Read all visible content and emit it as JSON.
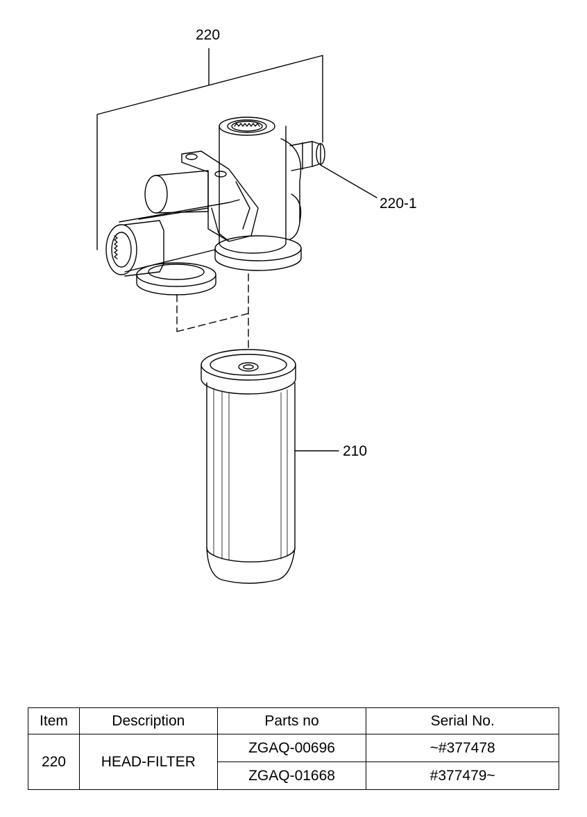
{
  "callouts": {
    "head_assembly": "220",
    "fitting": "220-1",
    "filter_element": "210"
  },
  "table": {
    "headers": [
      "Item",
      "Description",
      "Parts no",
      "Serial No."
    ],
    "item": "220",
    "description": "HEAD-FILTER",
    "rows": [
      {
        "part_no": "ZGAQ-00696",
        "serial": "~#377478"
      },
      {
        "part_no": "ZGAQ-01668",
        "serial": "#377479~"
      }
    ]
  }
}
